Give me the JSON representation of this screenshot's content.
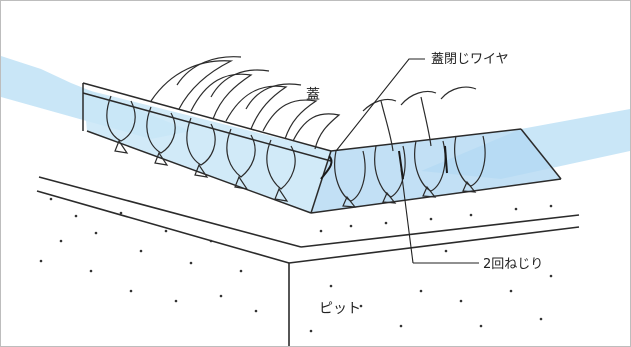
{
  "labels": {
    "mesh": "蓋",
    "lid_wire": "蓋閉じワイヤ",
    "double_twist": "2回ねじり",
    "pit": "ピット"
  },
  "colors": {
    "water": "#c9e6f7",
    "water_dark": "#b3d8f2",
    "line": "#2b2b2b",
    "dots": "#333333"
  }
}
